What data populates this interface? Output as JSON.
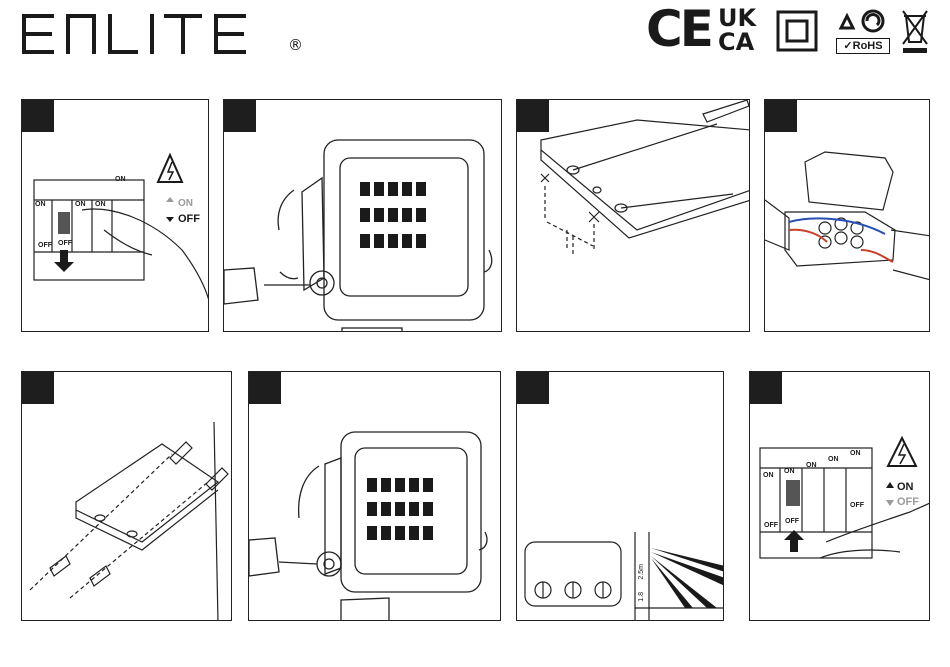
{
  "brand": {
    "name": "ENLITE",
    "registered": "®"
  },
  "certifications": {
    "ce": "CE",
    "ukca_top": "UK",
    "ukca_bottom": "CA",
    "rohs": "RoHS"
  },
  "switch_labels": {
    "on": "ON",
    "off": "OFF"
  },
  "step1": {
    "on_label": "ON",
    "off_label": "OFF"
  },
  "step8": {
    "on_label": "ON",
    "off_label": "OFF"
  },
  "step7": {
    "height_top": "2.5m",
    "height_bottom": "1.8"
  },
  "colors": {
    "frame": "#1e1e1e",
    "line": "#222222",
    "muted": "#9a9a9a",
    "wire_blue": "#2a4fb5",
    "wire_red": "#c8402a"
  }
}
